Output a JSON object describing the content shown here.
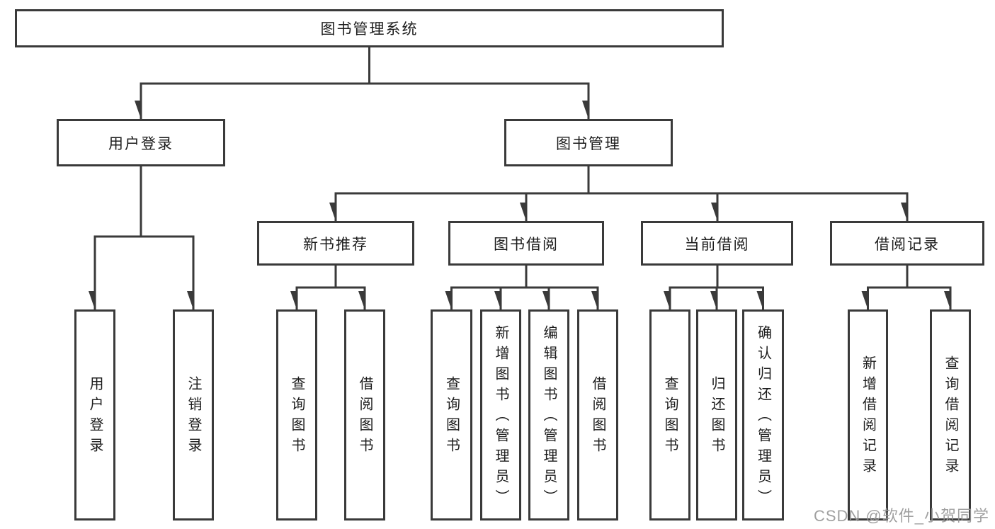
{
  "root": {
    "label": "图书管理系统"
  },
  "user_login": {
    "label": "用户登录",
    "children": [
      {
        "label": "用户登录"
      },
      {
        "label": "注销登录"
      }
    ]
  },
  "book_management": {
    "label": "图书管理",
    "children": [
      {
        "label": "新书推荐",
        "children": [
          {
            "label": "查询图书"
          },
          {
            "label": "借阅图书"
          }
        ]
      },
      {
        "label": "图书借阅",
        "children": [
          {
            "label": "查询图书"
          },
          {
            "label": "新增图书（管理员）"
          },
          {
            "label": "编辑图书（管理员）"
          },
          {
            "label": "借阅图书"
          }
        ]
      },
      {
        "label": "当前借阅",
        "children": [
          {
            "label": "查询图书"
          },
          {
            "label": "归还图书"
          },
          {
            "label": "确认归还（管理员）"
          }
        ]
      },
      {
        "label": "借阅记录",
        "children": [
          {
            "label": "新增借阅记录"
          },
          {
            "label": "查询借阅记录"
          }
        ]
      }
    ]
  },
  "watermark": {
    "text": "CSDN @软件_小贺同学"
  },
  "colors": {
    "line": "#3a3a3a",
    "text": "#1c1c1c",
    "watermark": "#969696",
    "background": "#ffffff"
  }
}
